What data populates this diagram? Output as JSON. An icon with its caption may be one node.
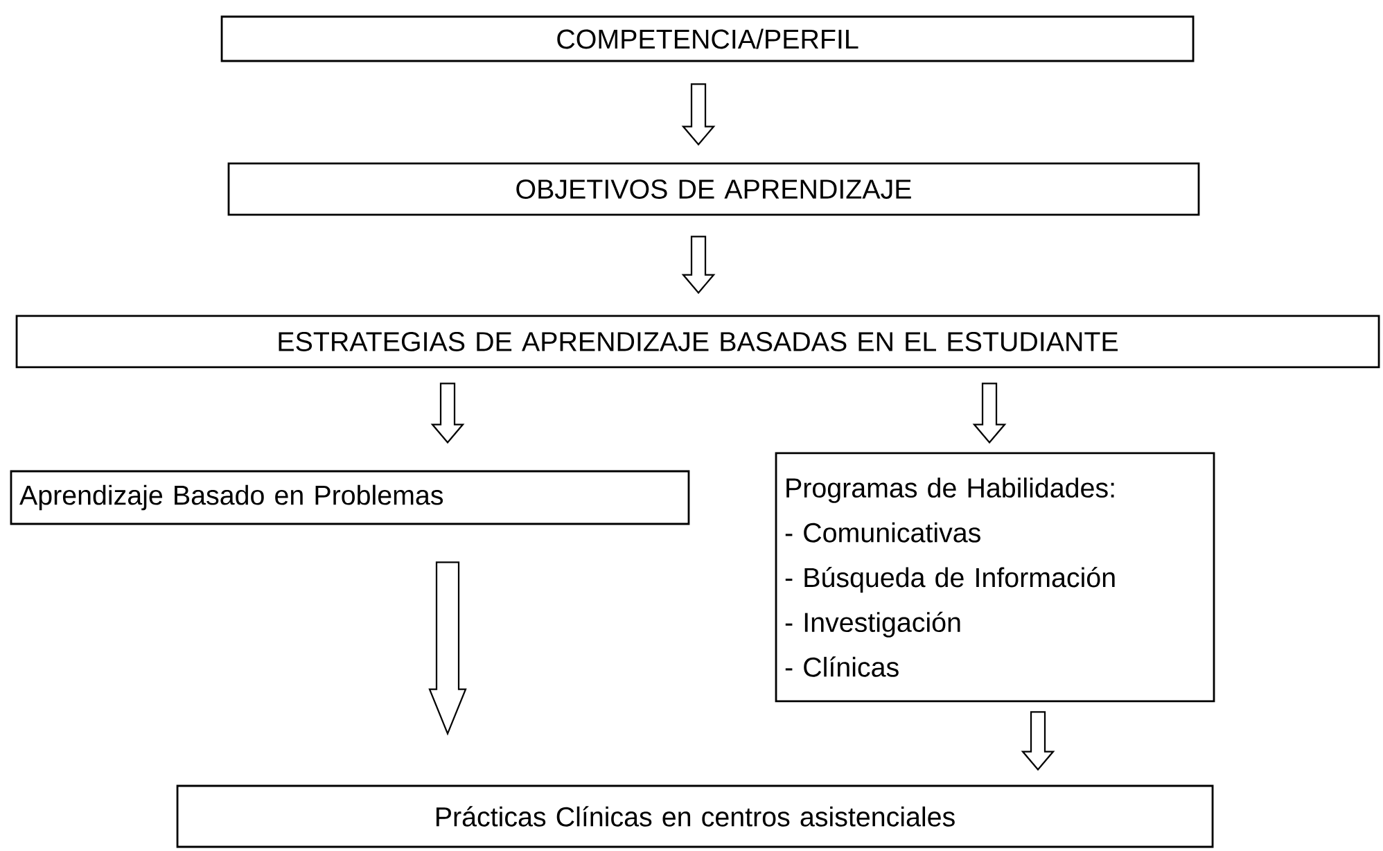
{
  "diagram": {
    "nodes": [
      {
        "text": [
          "COMPETENCIA/PERFIL"
        ]
      },
      {
        "text": [
          "OBJETIVOS DE APRENDIZAJE"
        ]
      },
      {
        "text": [
          "ESTRATEGIAS DE APRENDIZAJE BASADAS EN EL ESTUDIANTE"
        ]
      },
      {
        "text": [
          "Aprendizaje Basado en Problemas"
        ]
      },
      {
        "text": [
          "Programas de Habilidades:",
          "- Comunicativas",
          "- Búsqueda de Información",
          "- Investigación",
          "- Clínicas"
        ]
      },
      {
        "text": [
          "Prácticas Clínicas en centros asistenciales"
        ]
      }
    ],
    "edges": [
      {
        "from": 0,
        "to": 1,
        "arrow": "to"
      },
      {
        "from": 1,
        "to": 2,
        "arrow": "to"
      },
      {
        "from": 2,
        "to": 3,
        "arrow": "to"
      },
      {
        "from": 2,
        "to": 4,
        "arrow": "to"
      },
      {
        "from": 3,
        "to": 5,
        "arrow": "to"
      },
      {
        "from": 4,
        "to": 5,
        "arrow": "to"
      }
    ]
  }
}
